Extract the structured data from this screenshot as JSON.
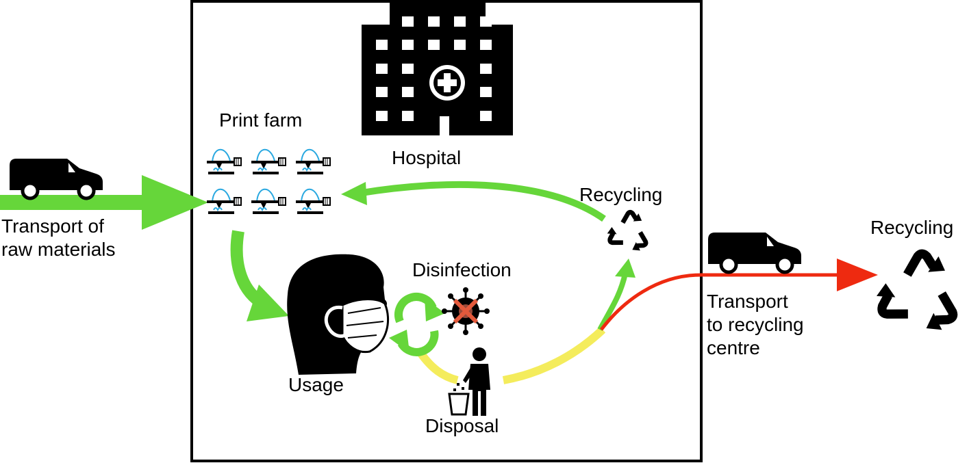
{
  "labels": {
    "print_farm": "Print farm",
    "hospital": "Hospital",
    "recycling_inner": "Recycling",
    "recycling_outer": "Recycling",
    "transport_raw_line1": "Transport of",
    "transport_raw_line2": "raw materials",
    "usage": "Usage",
    "disinfection": "Disinfection",
    "disposal": "Disposal",
    "transport_recycle_line1": "Transport",
    "transport_recycle_line2": "to recycling",
    "transport_recycle_line3": "centre"
  },
  "icons": {
    "van_incoming": "van-icon",
    "van_outgoing": "van-icon",
    "hospital": "hospital-building-icon",
    "printer": "3d-printer-icon",
    "head": "masked-head-icon",
    "virus": "crossed-virus-icon",
    "person": "person-icon",
    "bin": "waste-bin-icon",
    "recycle": "recycle-icon"
  },
  "colors": {
    "green_flow": "#66d63a",
    "yellow_flow": "#f4ec5c",
    "red_flow": "#ee2a10",
    "filament": "#29a8e0",
    "frame": "#000000"
  }
}
